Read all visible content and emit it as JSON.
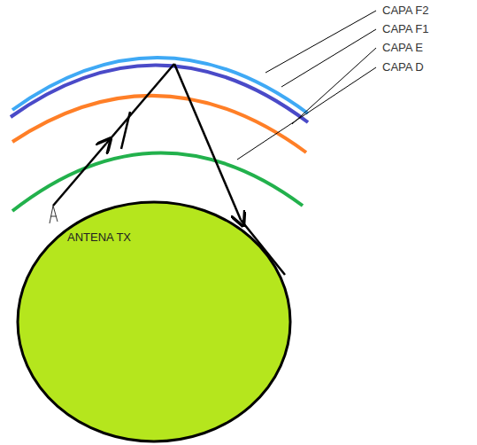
{
  "diagram": {
    "nodes": [
      {
        "text": [
          "ANTENA TX"
        ]
      }
    ],
    "labels": [
      "CAPA F2",
      "CAPA F1",
      "CAPA E",
      "CAPA D"
    ]
  }
}
